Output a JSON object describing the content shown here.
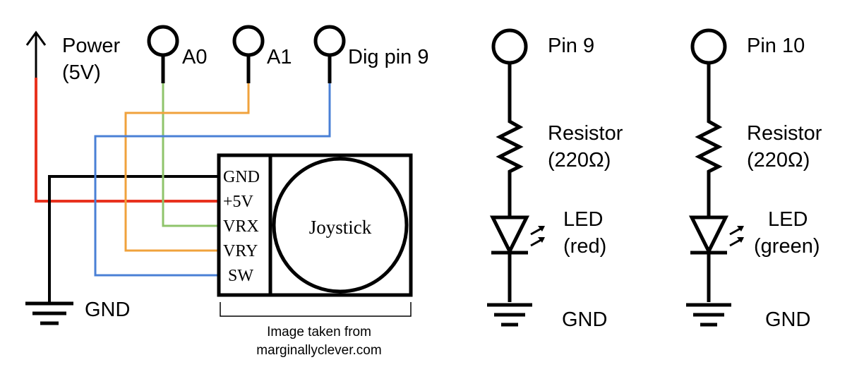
{
  "left_circuit": {
    "power_label_line1": "Power",
    "power_label_line2": "(5V)",
    "pin_a0": "A0",
    "pin_a1": "A1",
    "pin_dig9": "Dig pin 9",
    "gnd_label": "GND",
    "joystick": {
      "pins": [
        "GND",
        "+5V",
        "VRX",
        "VRY",
        "SW"
      ],
      "label": "Joystick"
    },
    "caption_line1": "Image taken from",
    "caption_line2": "marginallyclever.com"
  },
  "led_circuits": [
    {
      "pin": "Pin 9",
      "resistor_line1": "Resistor",
      "resistor_line2": "(220Ω)",
      "led_line1": "LED",
      "led_line2": "(red)",
      "gnd": "GND"
    },
    {
      "pin": "Pin 10",
      "resistor_line1": "Resistor",
      "resistor_line2": "(220Ω)",
      "led_line1": "LED",
      "led_line2": "(green)",
      "gnd": "GND"
    }
  ],
  "colors": {
    "power_wire": "#e8321e",
    "gnd_wire": "#000000",
    "vrx_wire": "#8fc46b",
    "vry_wire": "#f0a23c",
    "sw_wire": "#4a80d6"
  }
}
